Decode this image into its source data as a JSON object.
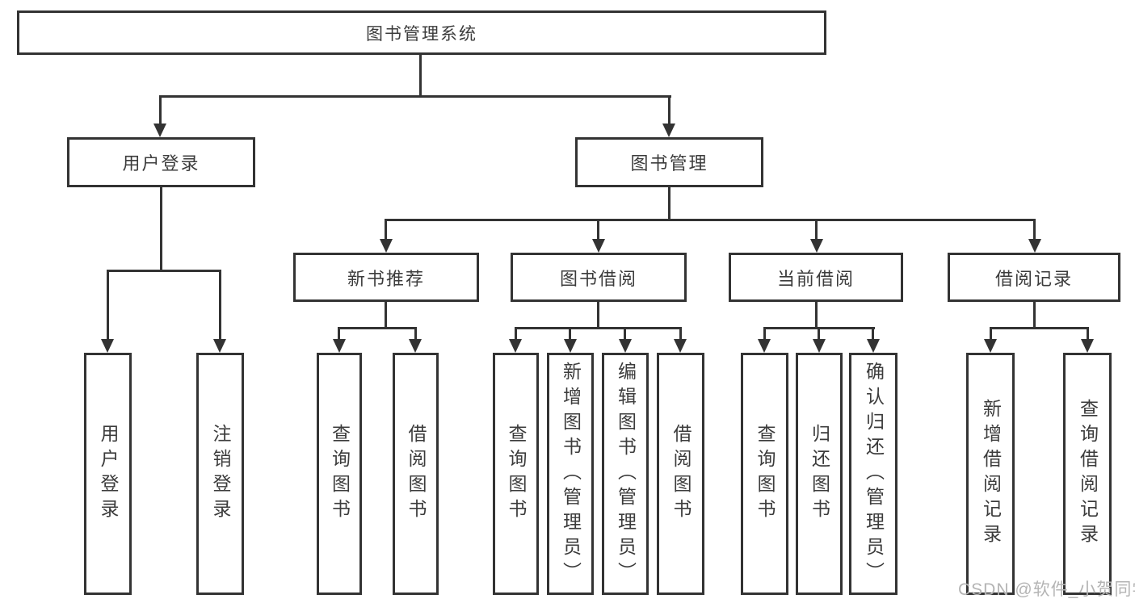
{
  "nodes": {
    "root": "图书管理系统",
    "level2": [
      "用户登录",
      "图书管理"
    ],
    "level3": [
      "新书推荐",
      "图书借阅",
      "当前借阅",
      "借阅记录"
    ],
    "leaves": {
      "user_login": [
        "用户登录",
        "注销登录"
      ],
      "new_book": [
        "查询图书",
        "借阅图书"
      ],
      "book_borrow": [
        "查询图书",
        "新增图书（管理员）",
        "编辑图书（管理员）",
        "借阅图书"
      ],
      "current_borrow": [
        "查询图书",
        "归还图书",
        "确认归还（管理员）"
      ],
      "borrow_records": [
        "新增借阅记录",
        "查询借阅记录"
      ]
    }
  },
  "watermark": "CSDN @软件_小贺同学",
  "colors": {
    "line": "#333333",
    "text": "#3c3c3c",
    "background": "#ffffff",
    "watermark": "#b4b4b4"
  }
}
